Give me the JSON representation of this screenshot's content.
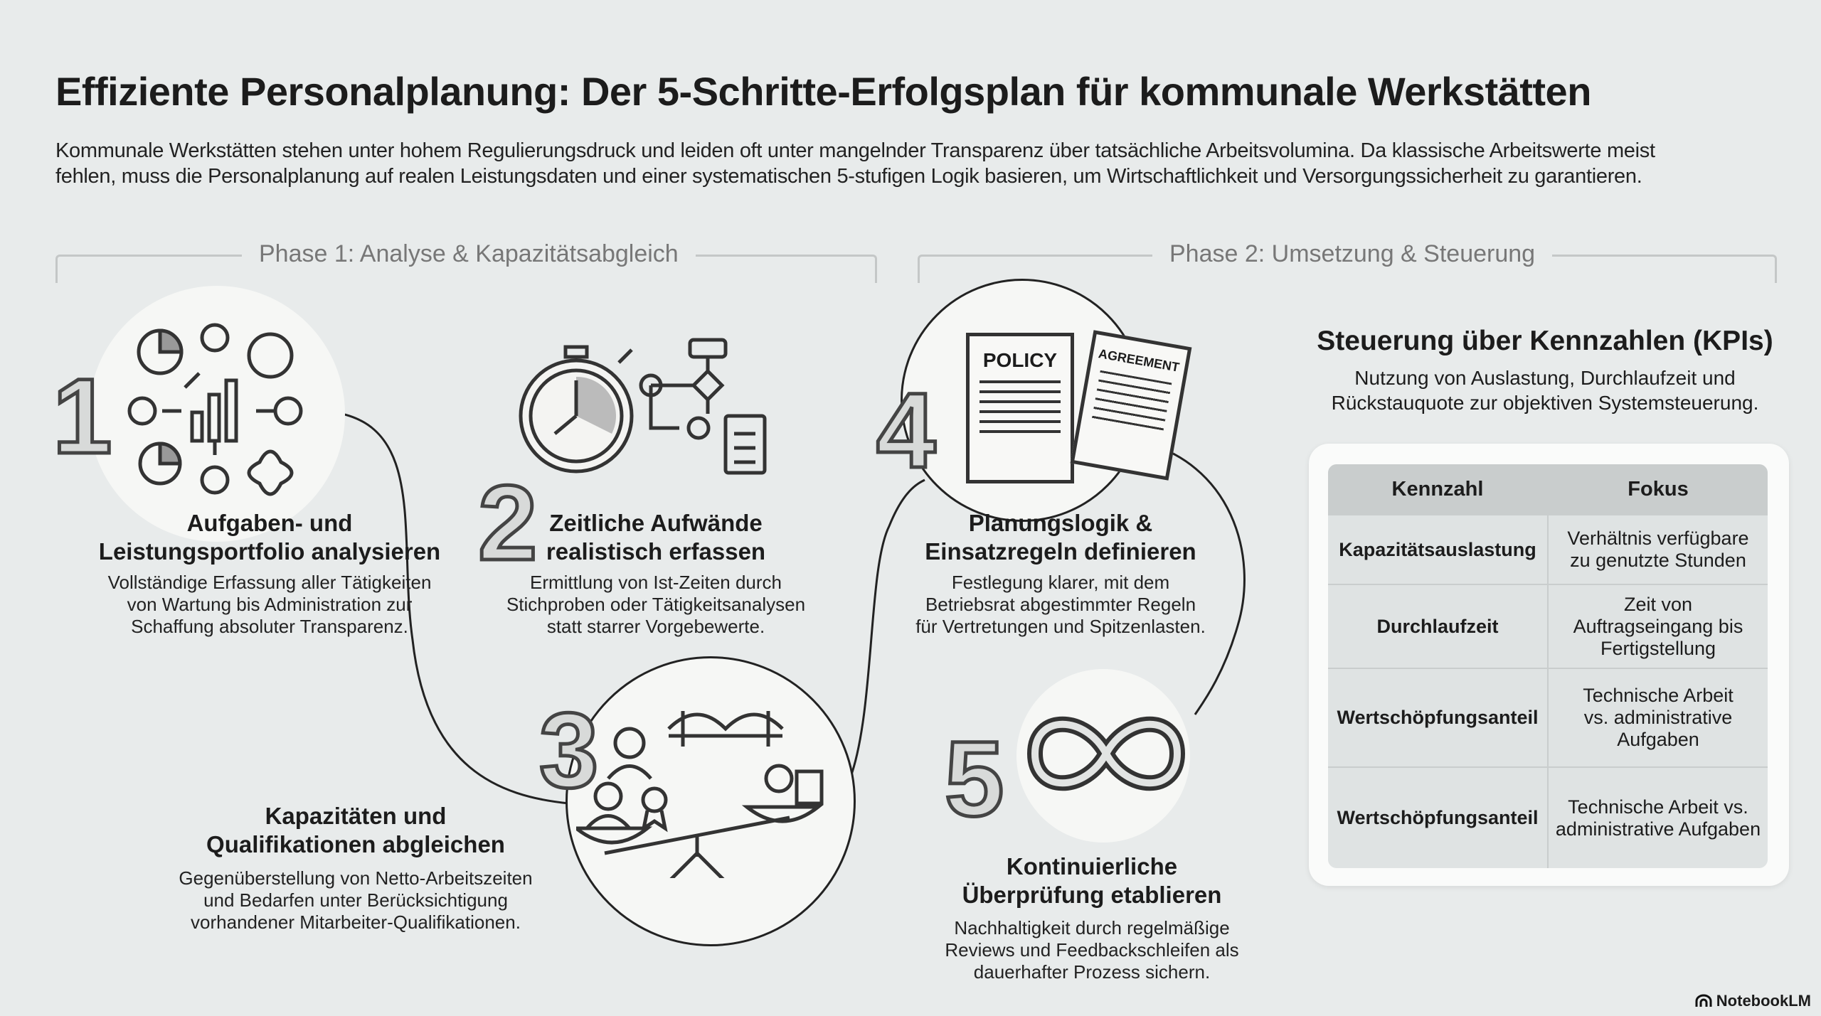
{
  "title": "Effiziente Personalplanung: Der 5-Schritte-Erfolgsplan für kommunale Werkstätten",
  "intro": [
    "Kommunale Werkstätten stehen unter hohem Regulierungsdruck und leiden oft unter mangelnder Transparenz über tatsächliche Arbeitsvolumina. Da klassische Arbeitswerte meist",
    "fehlen, muss die Personalplanung auf realen Leistungsdaten und einer systematischen 5-stufigen Logik basieren, um Wirtschaftlichkeit und Versorgungssicherheit zu garantieren."
  ],
  "phases": [
    "Phase 1: Analyse & Kapazitätsabgleich",
    "Phase 2: Umsetzung & Steuerung"
  ],
  "steps": [
    {
      "number": "1",
      "title": [
        "Aufgaben- und",
        "Leistungsportfolio analysieren"
      ],
      "desc": [
        "Vollständige Erfassung aller Tätigkeiten",
        "von Wartung bis Administration zur",
        "Schaffung absoluter Transparenz."
      ]
    },
    {
      "number": "2",
      "title": [
        "Zeitliche Aufwände",
        "realistisch erfassen"
      ],
      "desc": [
        "Ermittlung von Ist-Zeiten durch",
        "Stichproben oder Tätigkeitsanalysen",
        "statt starrer Vorgebewerte."
      ]
    },
    {
      "number": "3",
      "title": [
        "Kapazitäten und",
        "Qualifikationen abgleichen"
      ],
      "desc": [
        "Gegenüberstellung von Netto-Arbeitszeiten",
        "und Bedarfen unter Berücksichtigung",
        "vorhandener Mitarbeiter-Qualifikationen."
      ]
    },
    {
      "number": "4",
      "title": [
        "Planungslogik &",
        "Einsatzregeln definieren"
      ],
      "desc": [
        "Festlegung klarer, mit dem",
        "Betriebsrat abgestimmter Regeln",
        "für Vertretungen und Spitzenlasten."
      ]
    },
    {
      "number": "5",
      "title": [
        "Kontinuierliche",
        "Überprüfung etablieren"
      ],
      "desc": [
        "Nachhaltigkeit durch regelmäßige",
        "Reviews und Feedbackschleifen als",
        "dauerhafter Prozess sichern."
      ]
    }
  ],
  "icon_labels": {
    "policy": "POLICY",
    "agreement": "AGREEMENT"
  },
  "kpi": {
    "title": "Steuerung über Kennzahlen (KPIs)",
    "subtitle": [
      "Nutzung von Auslastung, Durchlaufzeit und",
      "Rückstauquote zur objektiven Systemsteuerung."
    ],
    "headers": [
      "Kennzahl",
      "Fokus"
    ],
    "rows": [
      [
        "Kapazitätsauslastung",
        "Verhältnis verfügbare zu genutzte Stunden"
      ],
      [
        "Durchlaufzeit",
        "Zeit von Auftragseingang bis Fertigstellung"
      ],
      [
        "Wertschöpfungsanteil",
        "Technische Arbeit vs. administrative Aufgaben"
      ],
      [
        "Wertschöpfungsanteil",
        "Technische Arbeit vs. administrative Aufgaben"
      ]
    ]
  },
  "brand": "NotebookLM"
}
